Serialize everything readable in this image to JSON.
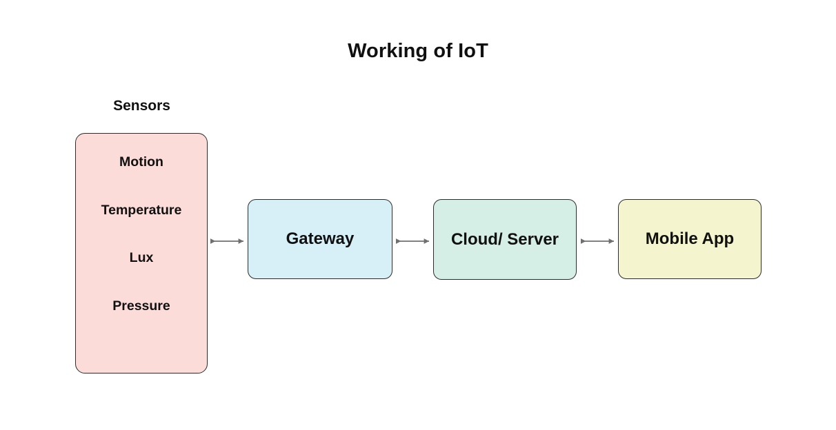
{
  "title": "Working of IoT",
  "sensors_group": {
    "label": "Sensors",
    "items": [
      {
        "label": "Motion"
      },
      {
        "label": "Temperature"
      },
      {
        "label": "Lux"
      },
      {
        "label": "Pressure"
      }
    ],
    "fill": "#fbdcd8"
  },
  "nodes": [
    {
      "id": "gateway",
      "label": "Gateway",
      "fill": "#d7eff7"
    },
    {
      "id": "cloud",
      "label": "Cloud/ Server",
      "fill": "#d6efe6"
    },
    {
      "id": "mobile",
      "label": "Mobile App",
      "fill": "#f4f4ce"
    }
  ],
  "connectors": [
    {
      "id": "sensors-gateway",
      "from": "Sensors",
      "to": "Gateway",
      "direction": "bidirectional"
    },
    {
      "id": "gateway-cloud",
      "from": "Gateway",
      "to": "Cloud/ Server",
      "direction": "bidirectional"
    },
    {
      "id": "cloud-mobile",
      "from": "Cloud/ Server",
      "to": "Mobile App",
      "direction": "bidirectional"
    }
  ],
  "style": {
    "border_color": "#2b2b2b",
    "arrow_color": "#6f6f6f",
    "text_color": "#101010",
    "background": "#ffffff"
  }
}
